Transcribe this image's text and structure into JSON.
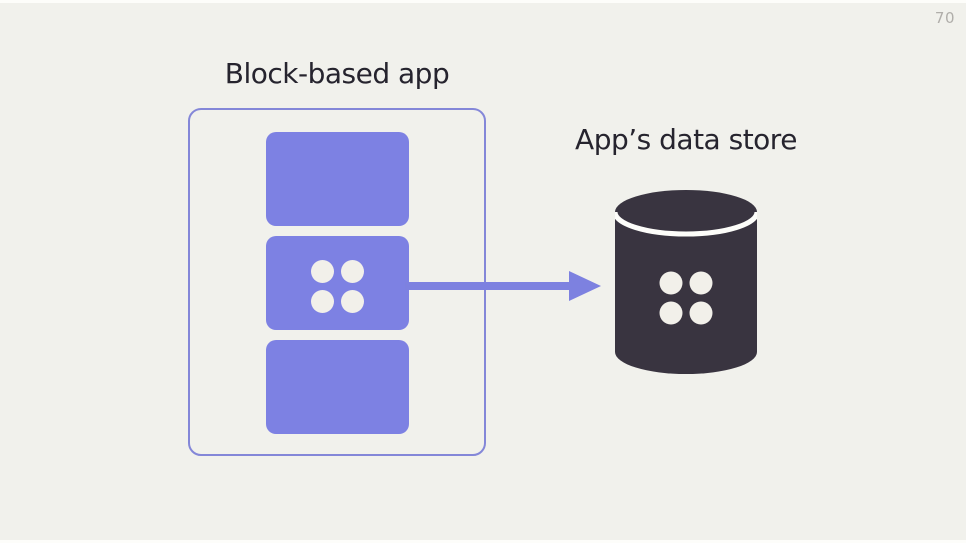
{
  "slide": {
    "page_number": "70"
  },
  "diagram": {
    "app": {
      "title": "Block-based app",
      "blocks": [
        {
          "has_dots": false
        },
        {
          "has_dots": true
        },
        {
          "has_dots": false
        }
      ]
    },
    "store": {
      "title": "App’s data store"
    },
    "icons": {
      "blocks_dots": "four-dots-icon",
      "store": "database-cylinder-icon",
      "arrow": "arrow-right-icon"
    },
    "colors": {
      "background": "#f1f1ec",
      "edge_white": "#fdfdfa",
      "block_purple": "#7d81e3",
      "outline_purple": "#8487d8",
      "arrow_purple": "#7d81e0",
      "cylinder_dark": "#393440",
      "dot_cream": "#f2f0ea",
      "text_dark": "#26242e",
      "page_number_gray": "#b0aeaa"
    }
  }
}
